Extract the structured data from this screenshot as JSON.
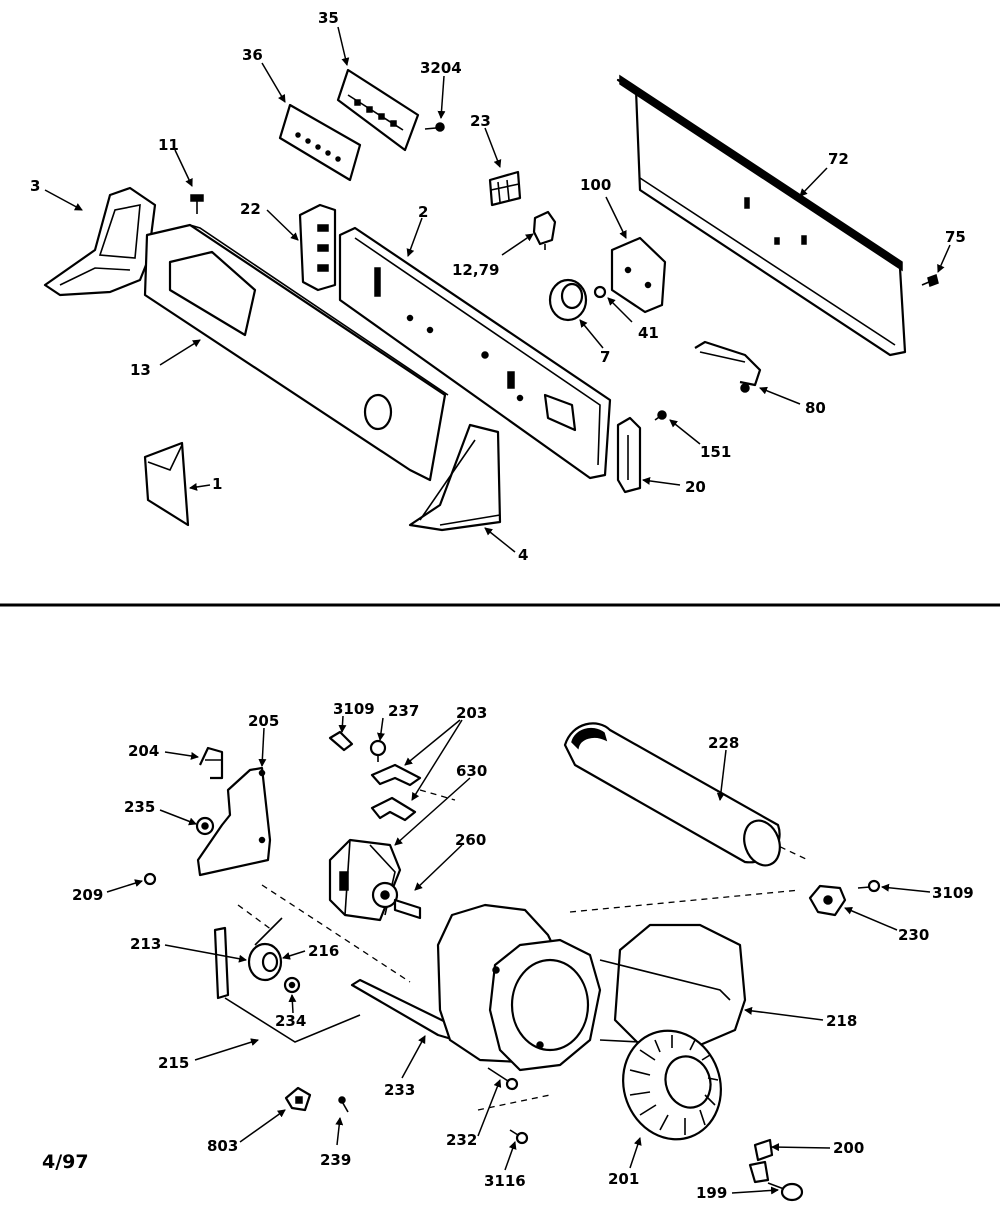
{
  "diagram": {
    "date_code": "4/97",
    "top_section": {
      "labels": [
        "35",
        "36",
        "3204",
        "23",
        "11",
        "3",
        "22",
        "2",
        "12,79",
        "100",
        "72",
        "75",
        "13",
        "7",
        "41",
        "80",
        "151",
        "1",
        "20",
        "4"
      ]
    },
    "bottom_section": {
      "labels": [
        "205",
        "3109",
        "237",
        "203",
        "204",
        "235",
        "630",
        "228",
        "260",
        "209",
        "3109",
        "230",
        "213",
        "216",
        "234",
        "218",
        "215",
        "233",
        "803",
        "239",
        "232",
        "3116",
        "201",
        "200",
        "199"
      ]
    }
  }
}
